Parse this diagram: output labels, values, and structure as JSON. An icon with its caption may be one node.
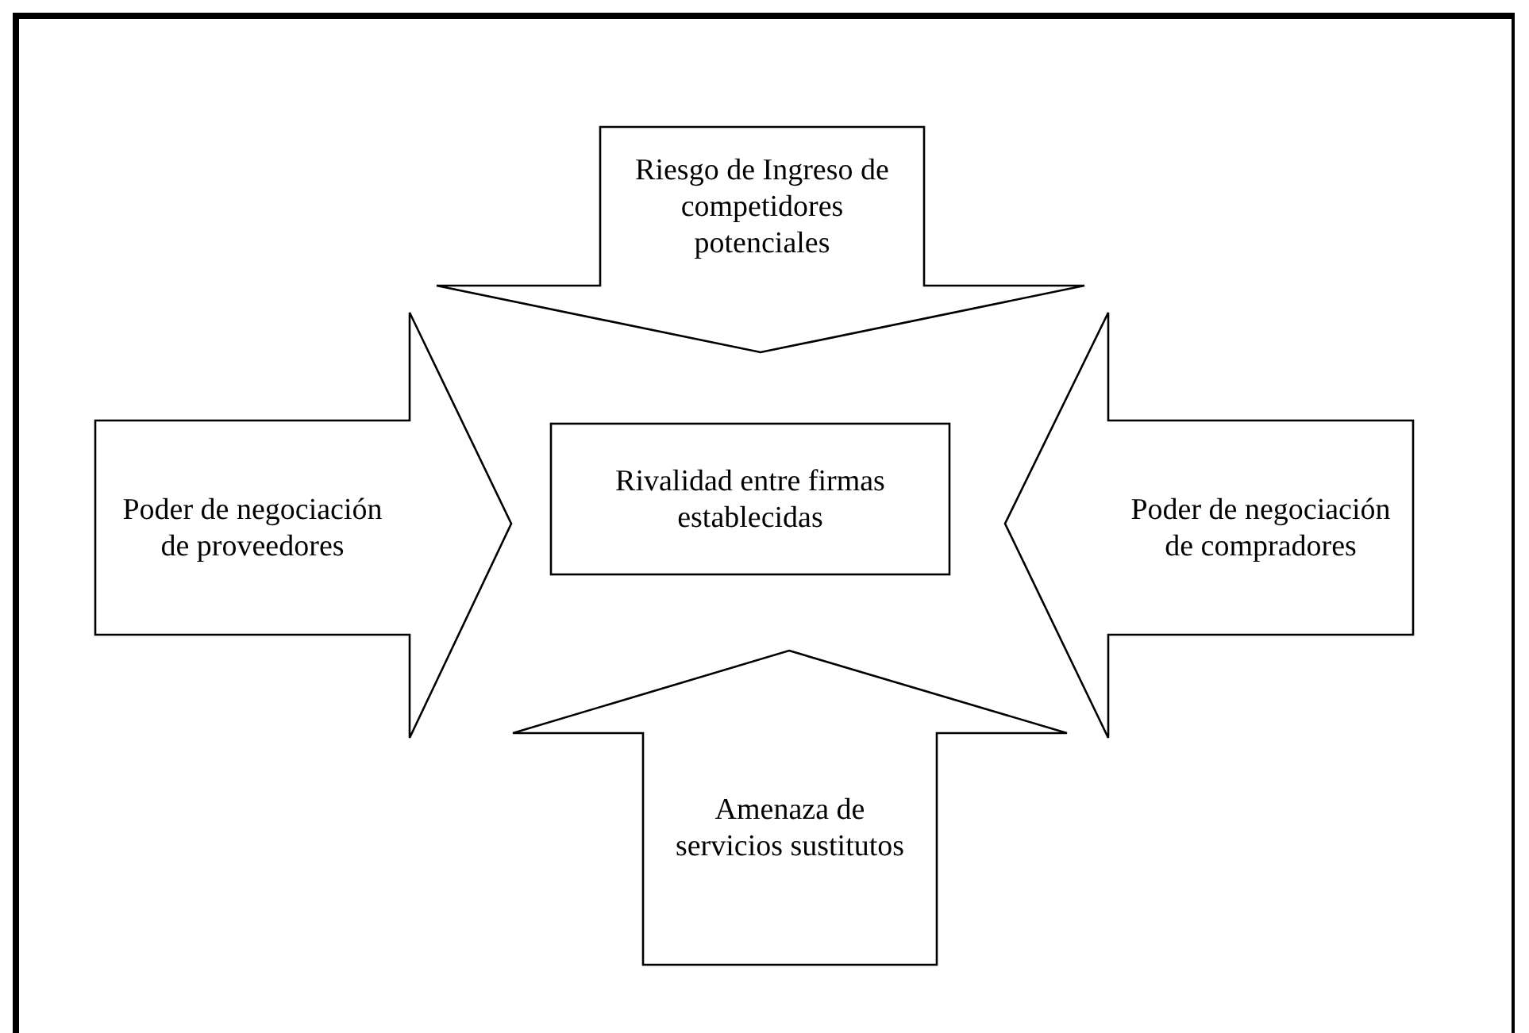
{
  "diagram": {
    "nodes": [
      {
        "text": [
          "Riesgo de Ingreso de competidores potenciales"
        ]
      },
      {
        "text": [
          "Poder de negociación de proveedores"
        ]
      },
      {
        "text": [
          "Rivalidad entre firmas establecidas"
        ]
      },
      {
        "text": [
          "Poder de negociación de compradores"
        ]
      },
      {
        "text": [
          "Amenaza de servicios sustitutos"
        ]
      }
    ]
  }
}
